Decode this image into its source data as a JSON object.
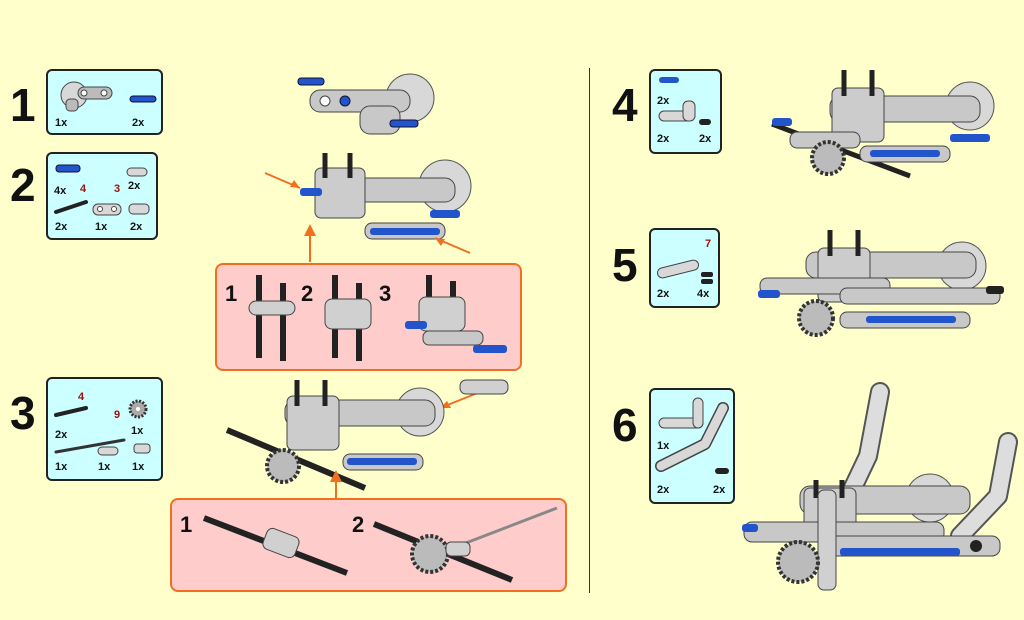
{
  "colors": {
    "background": "#FFFFCC",
    "parts_box": "#CCFFFF",
    "callout_fill": "#FFCCCC",
    "callout_border": "#F07020",
    "arrow": "#F07020",
    "gray_part": "#D8D8D8",
    "blue_pin": "#2255CC",
    "black_axle": "#222222"
  },
  "steps": [
    {
      "number": "1",
      "parts": [
        {
          "qty": "1x",
          "icon": "angle-connector-icon"
        },
        {
          "qty": "2x",
          "icon": "blue-pin-icon"
        }
      ]
    },
    {
      "number": "2",
      "parts": [
        {
          "qty": "4x",
          "length": "4",
          "icon": "blue-pin-icon"
        },
        {
          "qty": "2x",
          "icon": "small-beam-icon"
        },
        {
          "qty": "2x",
          "length": "3",
          "icon": "black-axle-icon"
        },
        {
          "qty": "1x",
          "icon": "gray-beam-icon"
        },
        {
          "qty": "2x",
          "icon": "connector-icon"
        }
      ]
    },
    {
      "number": "3",
      "parts": [
        {
          "qty": "2x",
          "length": "4",
          "icon": "black-axle-icon"
        },
        {
          "qty": "1x",
          "length": "9",
          "icon": "long-axle-icon"
        },
        {
          "qty": "1x",
          "icon": "axle-joiner-icon"
        },
        {
          "qty": "1x",
          "icon": "gear-icon"
        },
        {
          "qty": "1x",
          "icon": "bush-icon"
        }
      ]
    },
    {
      "number": "4",
      "parts": [
        {
          "qty": "2x",
          "icon": "blue-pin-icon"
        },
        {
          "qty": "2x",
          "icon": "bent-beam-icon"
        },
        {
          "qty": "2x",
          "icon": "black-pin-icon"
        }
      ]
    },
    {
      "number": "5",
      "parts": [
        {
          "qty": "2x",
          "length": "7",
          "icon": "beam-7-icon"
        },
        {
          "qty": "4x",
          "icon": "black-pin-icon"
        }
      ]
    },
    {
      "number": "6",
      "parts": [
        {
          "qty": "1x",
          "icon": "l-beam-icon"
        },
        {
          "qty": "2x",
          "icon": "bent-liftarm-icon"
        },
        {
          "qty": "2x",
          "icon": "black-pin-icon"
        }
      ]
    }
  ],
  "callouts": {
    "step2": [
      "1",
      "2",
      "3"
    ],
    "step3": [
      "1",
      "2"
    ]
  }
}
